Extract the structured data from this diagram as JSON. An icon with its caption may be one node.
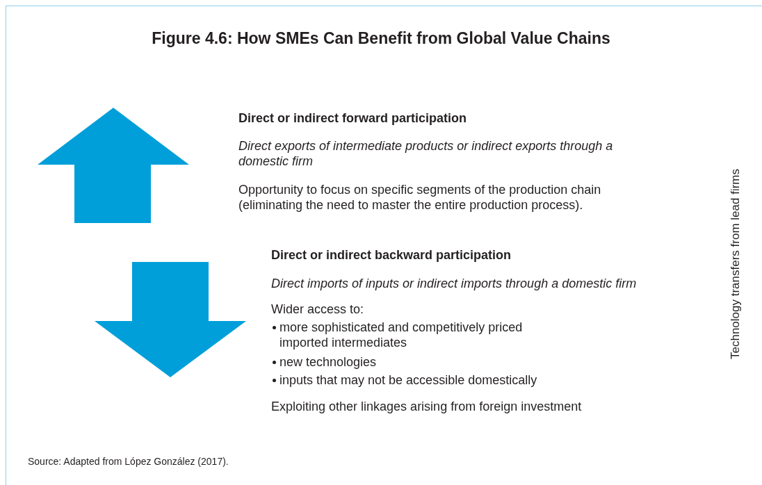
{
  "diagram": {
    "title": "Figure 4.6: How SMEs Can Benefit from Global Value Chains",
    "caption": "Source: Adapted from López González (2017).",
    "labels": [
      "Direct or indirect forward participation",
      "Direct exports of intermediate products or indirect exports through a domestic firm",
      "Opportunity to focus on specific segments of the production chain (eliminating the need to master the entire production process).",
      "Direct or indirect backward participation",
      "Direct imports of inputs or indirect imports through a domestic firm",
      "Wider access to:",
      "more sophisticated and competitively priced imported intermediates",
      "new technologies",
      "inputs that may not be accessible domestically",
      "Exploiting other linkages arising from foreign investment",
      "Technology transfers from lead firms"
    ]
  }
}
